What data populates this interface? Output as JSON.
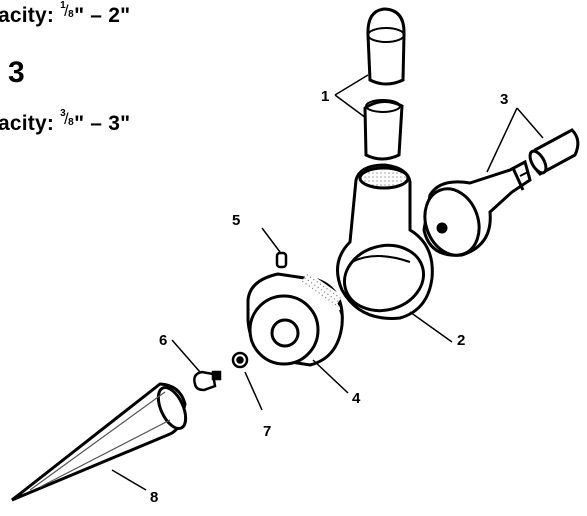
{
  "capacity_lines": [
    {
      "prefix": "acity: ",
      "num": "1",
      "den": "8",
      "range": "\" – 2\""
    },
    {
      "prefix": "acity: ",
      "num": "3",
      "den": "8",
      "range": "\" – 3\""
    }
  ],
  "model_number": "3",
  "callouts": [
    "1",
    "2",
    "3",
    "4",
    "5",
    "6",
    "7",
    "8"
  ]
}
